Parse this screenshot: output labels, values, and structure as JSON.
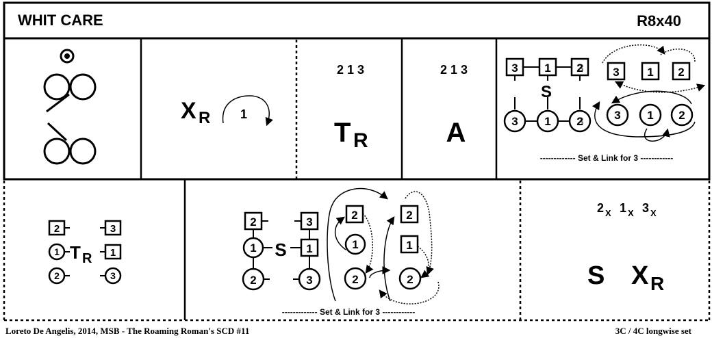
{
  "header": {
    "title": "WHIT CARE",
    "formation": "R8x40"
  },
  "row1": {
    "cell2": {
      "main": "X",
      "sub": "R",
      "turn_label": "1"
    },
    "cell3": {
      "order": "2 1 3",
      "main": "T",
      "sub": "R"
    },
    "cell4": {
      "order": "2 1 3",
      "main": "A"
    },
    "cell5": {
      "men": [
        "3",
        "1",
        "2"
      ],
      "men_overlap": "3",
      "women": [
        "3",
        "1",
        "2"
      ],
      "women_overlap": "3",
      "center": "S",
      "moved_men": [
        "3",
        "1",
        "2"
      ],
      "moved_women": [
        "3",
        "1",
        "2"
      ],
      "caption": "------------- Set & Link for 3 ------------"
    }
  },
  "row2": {
    "cell1": {
      "top": [
        "2",
        "3"
      ],
      "mid": [
        "1",
        "1"
      ],
      "bottom": [
        "2",
        "3"
      ],
      "main": "T",
      "sub": "R"
    },
    "cell2": {
      "men": [
        "2",
        "3"
      ],
      "mid": [
        "1",
        "1"
      ],
      "women": [
        "2",
        "3"
      ],
      "center": "S",
      "loop1": [
        "2",
        "1",
        "2"
      ],
      "loop2": [
        "2",
        "1",
        "2"
      ],
      "caption": "------------- Set & Link for 3 ------------"
    },
    "cell3": {
      "order": [
        {
          "num": "2",
          "sub": "X"
        },
        {
          "num": "1",
          "sub": "X"
        },
        {
          "num": "3",
          "sub": "X"
        }
      ],
      "main1": "S",
      "main2": "X",
      "sub2": "R"
    }
  },
  "footer": {
    "credit": "Loreto De Angelis, 2014,  MSB - The Roaming Roman's SCD  #11",
    "set": "3C / 4C longwise set"
  }
}
